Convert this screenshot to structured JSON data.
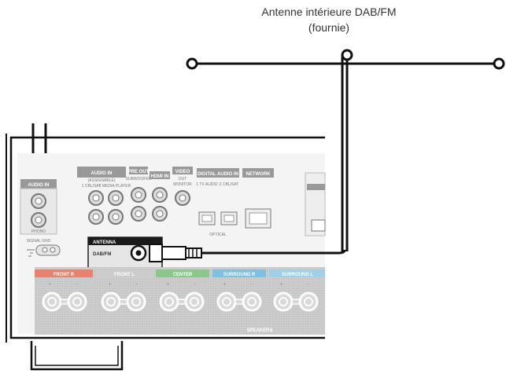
{
  "caption": {
    "line1": "Antenne intérieure DAB/FM",
    "line2": "(fournie)"
  },
  "panel": {
    "audio_in_left": "AUDIO IN",
    "phono": "PHONO",
    "signal_gnd": "SIGNAL GND",
    "audio_in_main": "AUDIO IN",
    "assignable": "(ASSIGNABLE)",
    "cbl_sat": "1 CBL/SAT",
    "media_player": "2 MEDIA PLAYER",
    "pre_out": "PRE OUT",
    "subwoofer": "SUBWOOFER",
    "hdmi_in": "HDMI IN",
    "video": "VIDEO",
    "video_out": "OUT",
    "monitor": "MONITOR",
    "digital_audio_in": "DIGITAL AUDIO IN",
    "tv_audio": "1 TV AUDIO",
    "cbl_sat_2": "2 CBL/SAT",
    "optical": "OPTICAL",
    "network": "NETWORK",
    "antenna": "ANTENNA",
    "dab_fm": "DAB/FM",
    "speakers": "SPEAKERS",
    "channels": [
      "FRONT R",
      "FRONT L",
      "CENTER",
      "SURROUND R",
      "SURROUND L"
    ],
    "polarity_plus": "+",
    "polarity_minus": "−"
  },
  "colors": {
    "front_r": "#e8826e",
    "front_l": "#cccccc",
    "center": "#8bc78b",
    "surround_r": "#7ec0df",
    "surround_l": "#9fd0ea",
    "antenna_header": "#1a1a1a"
  }
}
